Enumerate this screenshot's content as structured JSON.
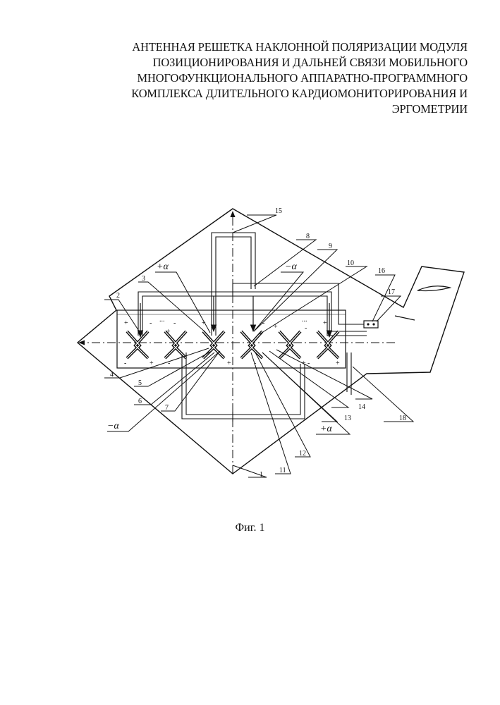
{
  "title_lines": [
    "АНТЕННАЯ РЕШЕТКА НАКЛОННОЙ ПОЛЯРИЗАЦИИ МОДУЛЯ",
    "ПОЗИЦИОНИРОВАНИЯ И ДАЛЬНЕЙ СВЯЗИ МОБИЛЬНОГО",
    "МНОГОФУНКЦИОНАЛЬНОГО АППАРАТНО-ПРОГРАММНОГО",
    "КОМПЛЕКСА ДЛИТЕЛЬНОГО КАРДИОМОНИТОРИРОВАНИЯ И",
    "ЭРГОМЕТРИИ"
  ],
  "caption": "Фиг. 1",
  "labels": {
    "n1": "1",
    "n2": "2",
    "n3": "3",
    "n4": "4",
    "n5": "5",
    "n6": "6",
    "n7": "7",
    "n8": "8",
    "n9": "9",
    "n10": "10",
    "n11": "11",
    "n12": "12",
    "n13": "13",
    "n14": "14",
    "n15": "15",
    "n16": "16",
    "n17": "17",
    "n18": "18",
    "plus_alpha": "+α",
    "minus_alpha": "−α"
  },
  "array_signs": {
    "plus": "+",
    "minus": "-",
    "dots": "..."
  }
}
